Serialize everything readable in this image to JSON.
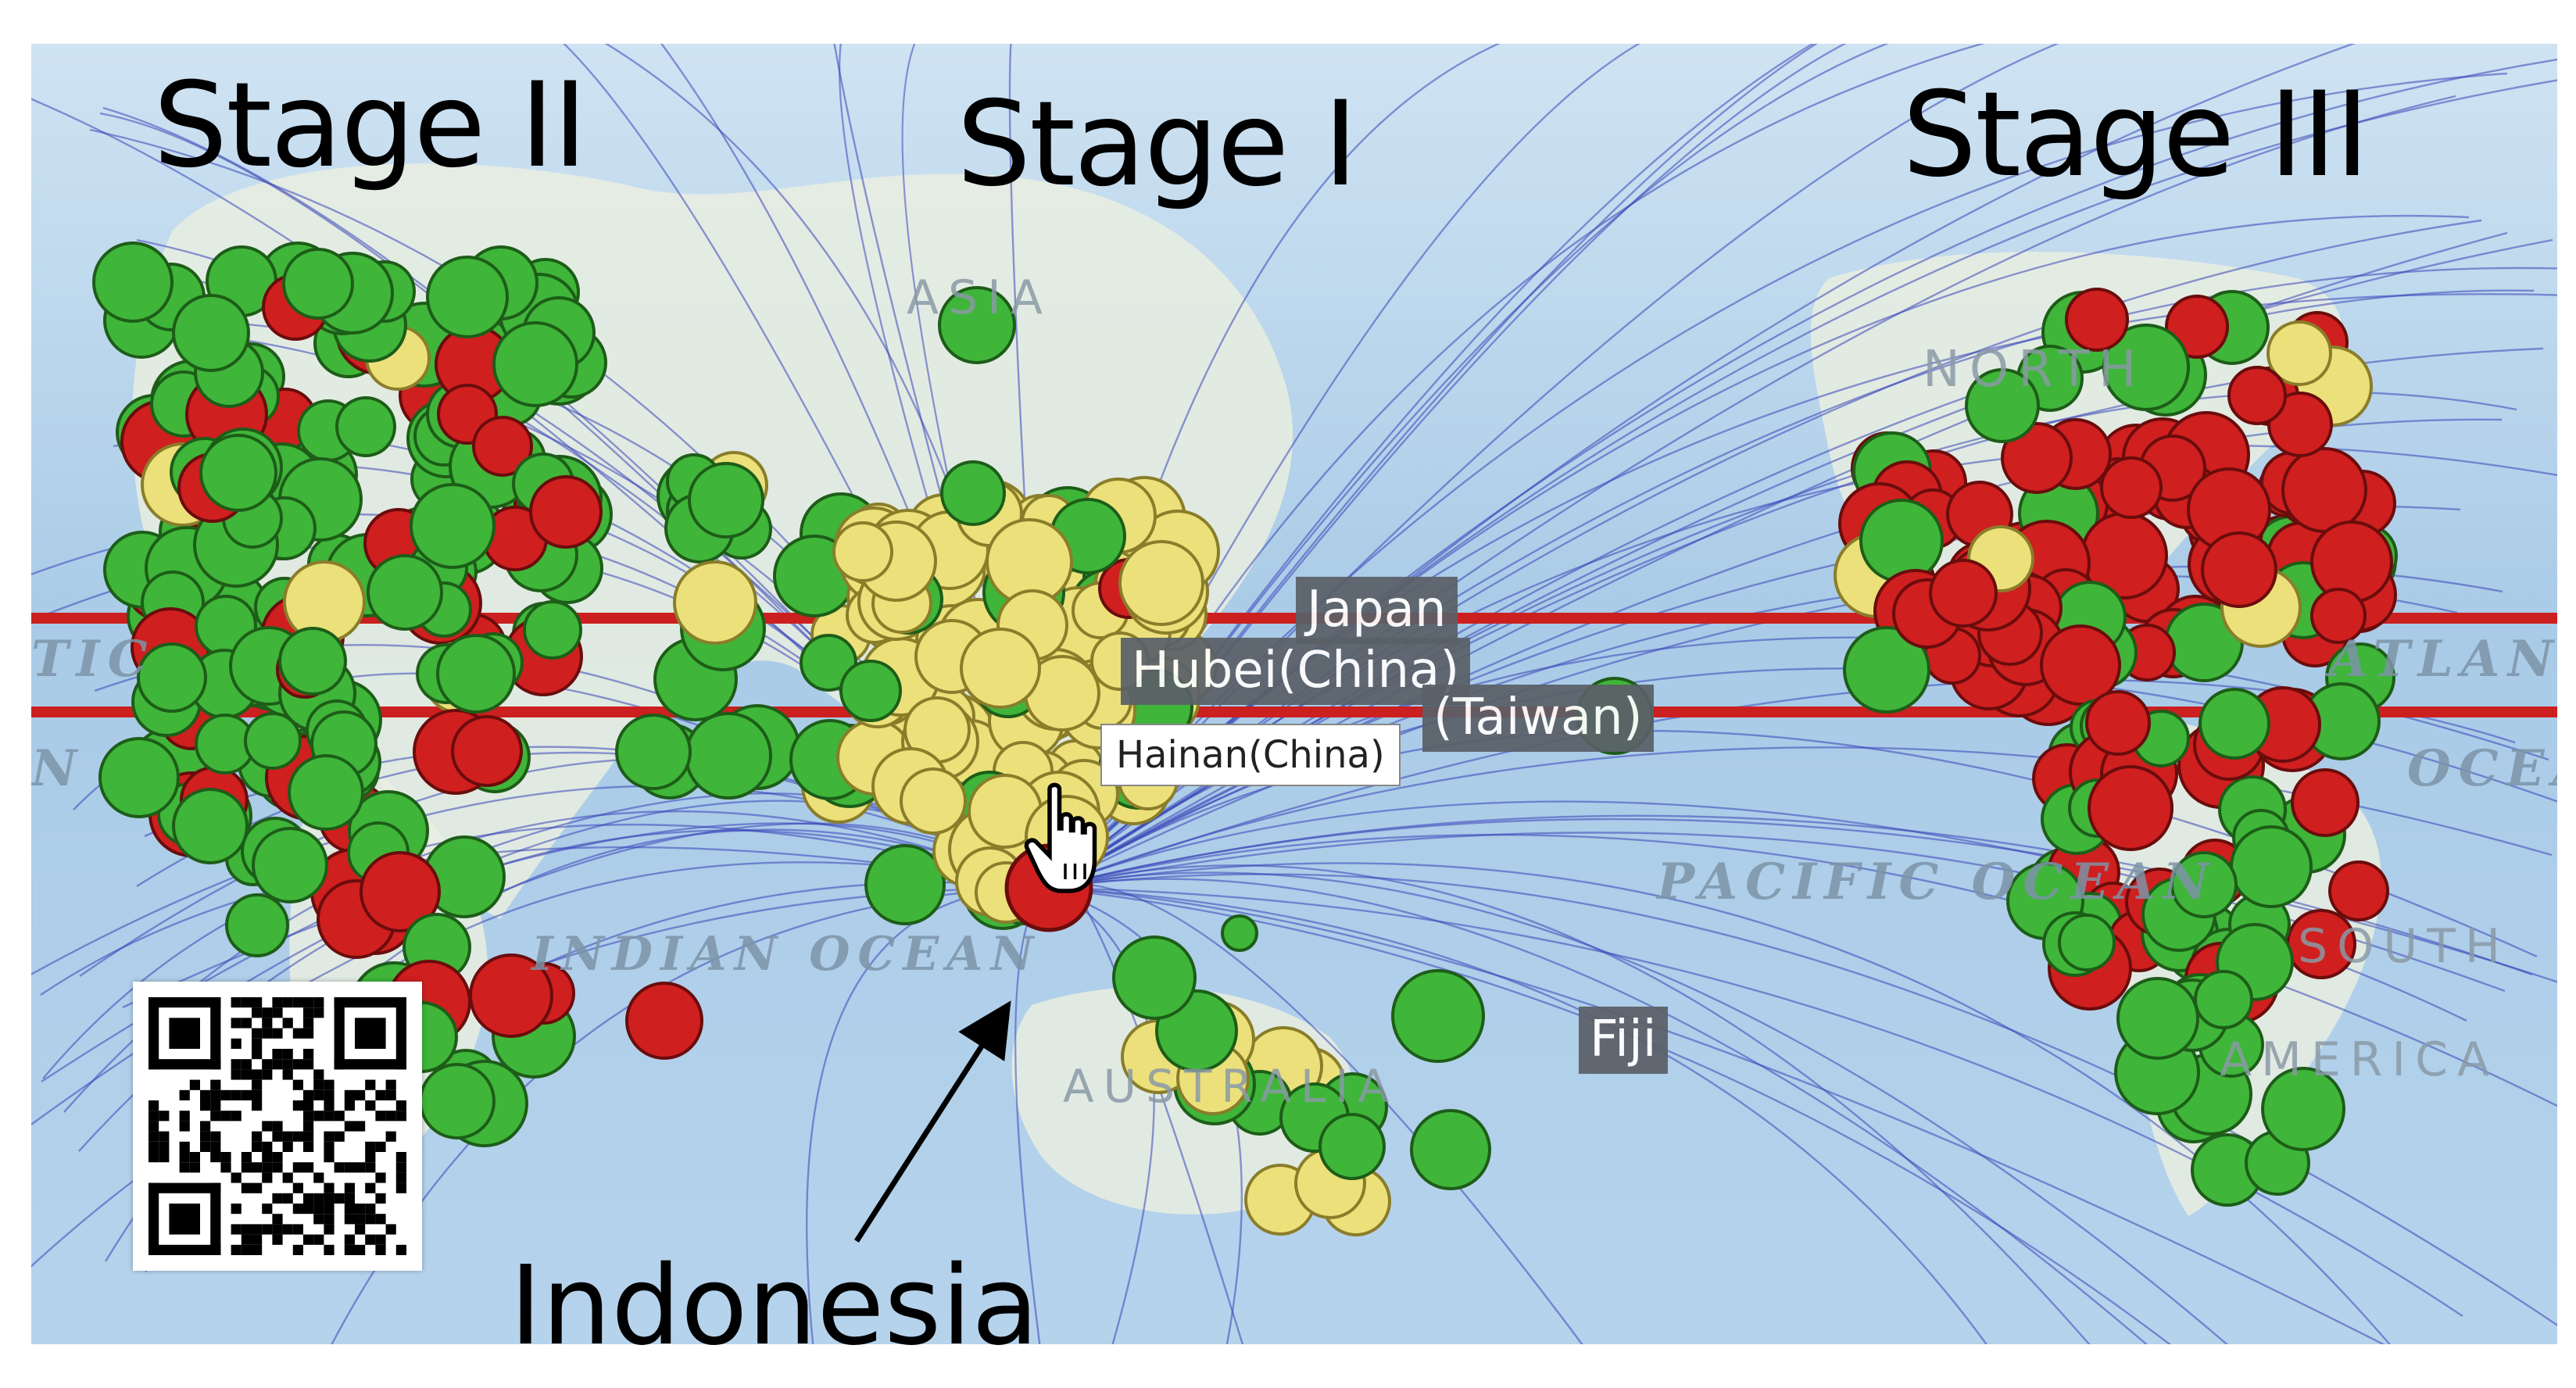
{
  "stages": {
    "stage2": "Stage II",
    "stage1": "Stage I",
    "stage3": "Stage III"
  },
  "ocean_labels": {
    "pacific": "PACIFIC OCEAN",
    "indian": "INDIAN OCEAN",
    "atlantic_right": "ATLANT",
    "atlantic_left": "TIC",
    "ocean_right": "OCEA",
    "n_left": "N"
  },
  "land_labels": {
    "asia": "ASIA",
    "north": "NORTH",
    "australia": "AUSTRALIA",
    "south": "SOUTH",
    "america": "AMERICA"
  },
  "place_tags": {
    "japan": "Japan",
    "hubei": "Hubei(China)",
    "taiwan": "(Taiwan)",
    "fiji": "Fiji"
  },
  "tooltip": {
    "hainan": "Hainan(China)"
  },
  "annotation": {
    "indonesia": "Indonesia"
  },
  "colors": {
    "green": "#3fb53a",
    "red": "#cf1f1f",
    "yellow": "#ece07a",
    "line": "#3a46b8",
    "band": "#cc1f1f"
  },
  "icons": {
    "cursor": "hand-pointer-icon",
    "qr": "qr-code-icon"
  }
}
